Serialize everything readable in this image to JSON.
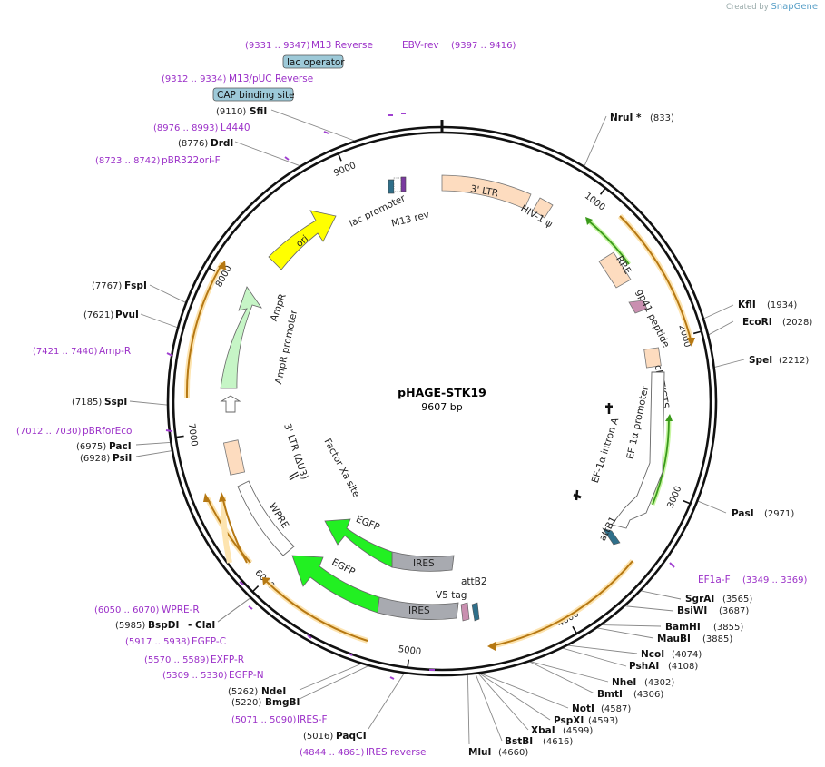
{
  "watermark": {
    "prefix": "Created by",
    "brand": "SnapGene"
  },
  "plasmid": {
    "name": "pHAGE-STK19",
    "length": 9607,
    "length_label": "9607 bp"
  },
  "ticks": [
    {
      "pos": 1000,
      "label": "1000"
    },
    {
      "pos": 2000,
      "label": "2000"
    },
    {
      "pos": 3000,
      "label": "3000"
    },
    {
      "pos": 4000,
      "label": "4000"
    },
    {
      "pos": 5000,
      "label": "5000"
    },
    {
      "pos": 6000,
      "label": "6000"
    },
    {
      "pos": 7000,
      "label": "7000"
    },
    {
      "pos": 8000,
      "label": "8000"
    },
    {
      "pos": 9000,
      "label": "9000"
    }
  ],
  "enzymes": [
    {
      "name": "NruI *",
      "pos": 833,
      "num": "(833)",
      "side": "r"
    },
    {
      "name": "KflI",
      "pos": 1934,
      "num": "(1934)",
      "side": "r"
    },
    {
      "name": "EcoRI",
      "pos": 2028,
      "num": "(2028)",
      "side": "r"
    },
    {
      "name": "SpeI",
      "pos": 2212,
      "num": "(2212)",
      "side": "r"
    },
    {
      "name": "PasI",
      "pos": 2971,
      "num": "(2971)",
      "side": "r"
    },
    {
      "name": "SgrAI",
      "pos": 3565,
      "num": "(3565)",
      "side": "r"
    },
    {
      "name": "BsiWI",
      "pos": 3687,
      "num": "(3687)",
      "side": "r"
    },
    {
      "name": "BamHI",
      "pos": 3855,
      "num": "(3855)",
      "side": "r"
    },
    {
      "name": "MauBI",
      "pos": 3885,
      "num": "(3885)",
      "side": "r"
    },
    {
      "name": "NcoI",
      "pos": 4074,
      "num": "(4074)",
      "side": "r"
    },
    {
      "name": "PshAI",
      "pos": 4108,
      "num": "(4108)",
      "side": "r"
    },
    {
      "name": "NheI",
      "pos": 4302,
      "num": "(4302)",
      "side": "r"
    },
    {
      "name": "BmtI",
      "pos": 4306,
      "num": "(4306)",
      "side": "r"
    },
    {
      "name": "NotI",
      "pos": 4587,
      "num": "(4587)",
      "side": "r"
    },
    {
      "name": "PspXI",
      "pos": 4593,
      "num": "(4593)",
      "side": "r"
    },
    {
      "name": "XbaI",
      "pos": 4599,
      "num": "(4599)",
      "side": "r"
    },
    {
      "name": "BstBI",
      "pos": 4616,
      "num": "(4616)",
      "side": "r"
    },
    {
      "name": "MluI",
      "pos": 4660,
      "num": "(4660)",
      "side": "r"
    },
    {
      "name": "PaqCI",
      "pos": 5016,
      "num": "(5016)",
      "side": "l"
    },
    {
      "name": "BmgBI",
      "pos": 5220,
      "num": "(5220)",
      "side": "l"
    },
    {
      "name": "NdeI",
      "pos": 5262,
      "num": "(5262)",
      "side": "l"
    },
    {
      "name": "BspDI",
      "pos": 5985,
      "num": "(5985)",
      "side": "l"
    },
    {
      "name": "ClaI",
      "pos": 5985,
      "num": "- ClaI",
      "side": "l"
    },
    {
      "name": "PsiI",
      "pos": 6928,
      "num": "(6928)",
      "side": "l"
    },
    {
      "name": "PacI",
      "pos": 6975,
      "num": "(6975)",
      "side": "l"
    },
    {
      "name": "SspI",
      "pos": 7185,
      "num": "(7185)",
      "side": "l"
    },
    {
      "name": "PvuI",
      "pos": 7621,
      "num": "(7621)",
      "side": "l"
    },
    {
      "name": "FspI",
      "pos": 7767,
      "num": "(7767)",
      "side": "l"
    },
    {
      "name": "DrdI",
      "pos": 8776,
      "num": "(8776)",
      "side": "l"
    },
    {
      "name": "SfiI",
      "pos": 9110,
      "num": "(9110)",
      "side": "l"
    }
  ],
  "primers": [
    {
      "name": "EF1a-F",
      "range": "(3349 .. 3369)"
    },
    {
      "name": "IRES reverse",
      "range": "(4844 .. 4861)"
    },
    {
      "name": "IRES-F",
      "range": "(5071 .. 5090)"
    },
    {
      "name": "EGFP-N",
      "range": "(5309 .. 5330)"
    },
    {
      "name": "EXFP-R",
      "range": "(5570 .. 5589)"
    },
    {
      "name": "EGFP-C",
      "range": "(5917 .. 5938)"
    },
    {
      "name": "WPRE-R",
      "range": "(6050 .. 6070)"
    },
    {
      "name": "pBRforEco",
      "range": "(7012 .. 7030)"
    },
    {
      "name": "Amp-R",
      "range": "(7421 .. 7440)"
    },
    {
      "name": "pBR322ori-F",
      "range": "(8723 .. 8742)"
    },
    {
      "name": "L4440",
      "range": "(8976 .. 8993)"
    },
    {
      "name": "M13/pUC Reverse",
      "range": "(9312 .. 9334)"
    },
    {
      "name": "M13 Reverse",
      "range": "(9331 .. 9347)"
    },
    {
      "name": "EBV-rev",
      "range": "(9397 .. 9416)"
    }
  ],
  "boxed_labels": [
    {
      "name": "lac operator"
    },
    {
      "name": "CAP binding site"
    }
  ],
  "features": [
    {
      "name": "3' LTR",
      "color": "#fddcbf"
    },
    {
      "name": "HIV-1 ψ",
      "color": "#fddcbf"
    },
    {
      "name": "RRE",
      "color": "#fddcbf"
    },
    {
      "name": "gp41 peptide",
      "color": "#c98fb0"
    },
    {
      "name": "cPPT/CTS",
      "color": "#fddcbf"
    },
    {
      "name": "EF-1α promoter",
      "color": "#ffffff"
    },
    {
      "name": "EF-1α intron A",
      "color": "#111111"
    },
    {
      "name": "attB1",
      "color": "#2f6f8a"
    },
    {
      "name": "attB2",
      "color": "#2f6f8a"
    },
    {
      "name": "V5 tag",
      "color": "#c98fb0"
    },
    {
      "name": "IRES",
      "color": "#a8aab0"
    },
    {
      "name": "EGFP",
      "color": "#22f022"
    },
    {
      "name": "WPRE",
      "color": "#ffffff"
    },
    {
      "name": "Factor Xa site",
      "color": "#ffffff"
    },
    {
      "name": "3' LTR (ΔU3)",
      "color": "#fddcbf"
    },
    {
      "name": "AmpR promoter",
      "color": "#ffffff"
    },
    {
      "name": "AmpR",
      "color": "#c6f5c6"
    },
    {
      "name": "ori",
      "color": "#ffff00"
    },
    {
      "name": "lac promoter",
      "color": "#2f6f8a"
    },
    {
      "name": "M13 rev",
      "color": "#7a3aa0"
    }
  ],
  "colors": {
    "primer": "#9b30c8",
    "orf": "#f0a838",
    "backbone": "#111111"
  }
}
